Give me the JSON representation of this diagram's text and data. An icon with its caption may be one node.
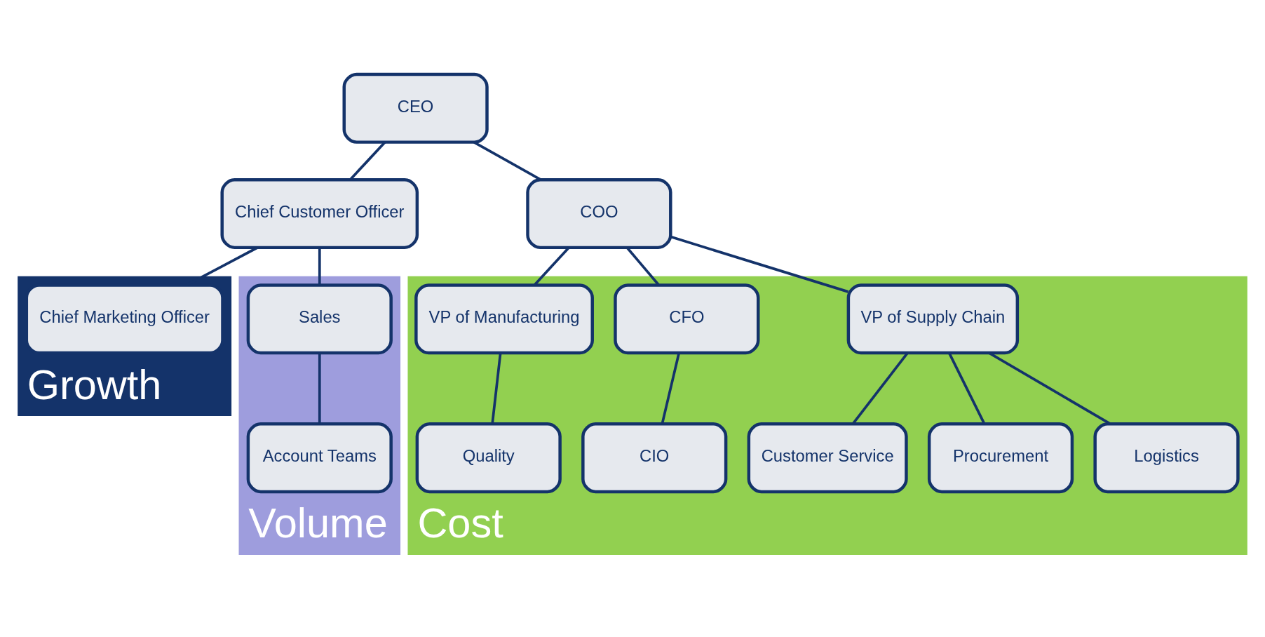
{
  "diagram": {
    "nodes": [
      {
        "text": [
          "CEO"
        ]
      },
      {
        "text": [
          "Chief Customer Officer"
        ]
      },
      {
        "text": [
          "COO"
        ]
      },
      {
        "text": [
          "Growth"
        ]
      },
      {
        "text": [
          "Chief Marketing Officer"
        ],
        "in": 3
      },
      {
        "text": [
          "Volume"
        ]
      },
      {
        "text": [
          "Sales"
        ],
        "in": 5
      },
      {
        "text": [
          "Account Teams"
        ],
        "in": 5
      },
      {
        "text": [
          "Cost"
        ]
      },
      {
        "text": [
          "VP of Supply Chain"
        ],
        "in": 8
      },
      {
        "text": [
          "CFO"
        ],
        "in": 8
      },
      {
        "text": [
          "VP of Manufacturing"
        ],
        "in": 8
      },
      {
        "text": [
          "Customer Service"
        ],
        "in": 8
      },
      {
        "text": [
          "Procurement"
        ],
        "in": 8
      },
      {
        "text": [
          "Logistics"
        ],
        "in": 8
      },
      {
        "text": [
          "CIO"
        ],
        "in": 8
      },
      {
        "text": [
          "Quality"
        ],
        "in": 8
      }
    ],
    "edges": [
      {
        "from": 0,
        "to": 1,
        "arrow": "none"
      },
      {
        "from": 0,
        "to": 2,
        "arrow": "none"
      },
      {
        "from": 1,
        "to": 4,
        "arrow": "none"
      },
      {
        "from": 1,
        "to": 6,
        "arrow": "none"
      },
      {
        "from": 6,
        "to": 7,
        "arrow": "none"
      },
      {
        "from": 2,
        "to": 9,
        "arrow": "none"
      },
      {
        "from": 2,
        "to": 10,
        "arrow": "none"
      },
      {
        "from": 2,
        "to": 11,
        "arrow": "none"
      },
      {
        "from": 9,
        "to": 12,
        "arrow": "none"
      },
      {
        "from": 9,
        "to": 13,
        "arrow": "none"
      },
      {
        "from": 9,
        "to": 14,
        "arrow": "none"
      },
      {
        "from": 10,
        "to": 15,
        "arrow": "none"
      },
      {
        "from": 11,
        "to": 16,
        "arrow": "none"
      }
    ]
  }
}
